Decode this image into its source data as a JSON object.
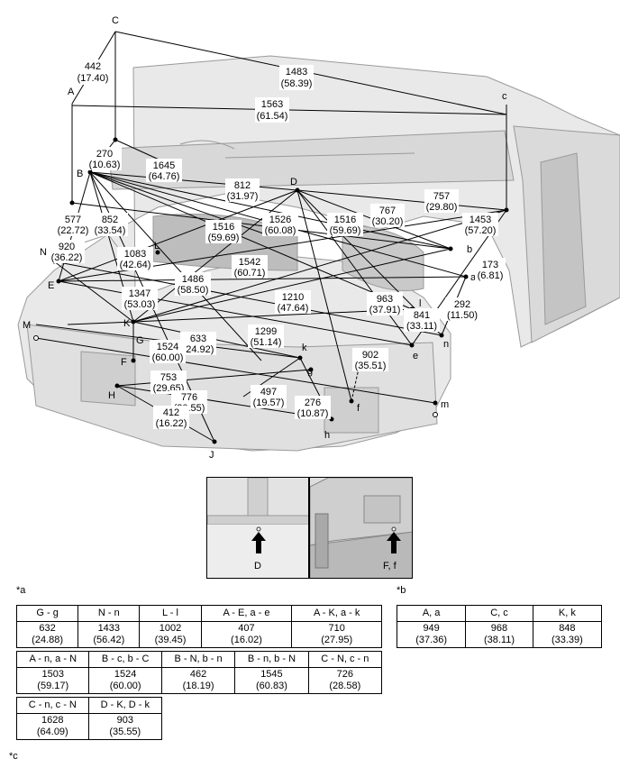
{
  "diagram": {
    "points": {
      "C": "C",
      "A": "A",
      "c": "c",
      "B": "B",
      "D": "D",
      "N": "N",
      "E": "E",
      "L": "L",
      "K": "K",
      "M": "M",
      "G": "G",
      "F": "F",
      "H": "H",
      "J": "J",
      "k": "k",
      "g": "g",
      "b": "b",
      "a": "a",
      "l": "l",
      "n": "n",
      "e": "e",
      "f": "f",
      "h": "h",
      "m": "m"
    },
    "dims": [
      {
        "v": "442",
        "i": "(17.40)"
      },
      {
        "v": "1483",
        "i": "(58.39)"
      },
      {
        "v": "1563",
        "i": "(61.54)"
      },
      {
        "v": "270",
        "i": "(10.63)"
      },
      {
        "v": "1645",
        "i": "(64.76)"
      },
      {
        "v": "812",
        "i": "(31.97)"
      },
      {
        "v": "757",
        "i": "(29.80)"
      },
      {
        "v": "767",
        "i": "(30.20)"
      },
      {
        "v": "577",
        "i": "(22.72)"
      },
      {
        "v": "852",
        "i": "(33.54)"
      },
      {
        "v": "1526",
        "i": "(60.08)"
      },
      {
        "v": "1516",
        "i": "(59.69)"
      },
      {
        "v": "1516",
        "i": "(59.69)"
      },
      {
        "v": "1453",
        "i": "(57.20)"
      },
      {
        "v": "920",
        "i": "(36.22)"
      },
      {
        "v": "1083",
        "i": "(42.64)"
      },
      {
        "v": "1542",
        "i": "(60.71)"
      },
      {
        "v": "1486",
        "i": "(58.50)"
      },
      {
        "v": "173",
        "i": "(6.81)"
      },
      {
        "v": "1347",
        "i": "(53.03)"
      },
      {
        "v": "1210",
        "i": "(47.64)"
      },
      {
        "v": "963",
        "i": "(37.91)"
      },
      {
        "v": "292",
        "i": "(11.50)"
      },
      {
        "v": "841",
        "i": "(33.11)"
      },
      {
        "v": "1299",
        "i": "(51.14)"
      },
      {
        "v": "633",
        "i": "(24.92)"
      },
      {
        "v": "1524",
        "i": "(60.00)"
      },
      {
        "v": "902",
        "i": "(35.51)"
      },
      {
        "v": "753",
        "i": "(29.65)"
      },
      {
        "v": "497",
        "i": "(19.57)"
      },
      {
        "v": "776",
        "i": "(30.55)"
      },
      {
        "v": "276",
        "i": "(10.87)"
      },
      {
        "v": "412",
        "i": "(16.22)"
      }
    ]
  },
  "insets": {
    "left_label": "D",
    "right_label": "F, f"
  },
  "notes": {
    "a": "*a",
    "b": "*b",
    "c": "*c"
  },
  "table_a": {
    "row1": [
      {
        "h": "G - g",
        "v": "632",
        "i": "(24.88)"
      },
      {
        "h": "N - n",
        "v": "1433",
        "i": "(56.42)"
      },
      {
        "h": "L - l",
        "v": "1002",
        "i": "(39.45)"
      },
      {
        "h": "A - E, a - e",
        "v": "407",
        "i": "(16.02)"
      },
      {
        "h": "A - K, a - k",
        "v": "710",
        "i": "(27.95)"
      }
    ],
    "row2": [
      {
        "h": "A - n, a - N",
        "v": "1503",
        "i": "(59.17)"
      },
      {
        "h": "B - c, b - C",
        "v": "1524",
        "i": "(60.00)"
      },
      {
        "h": "B - N, b - n",
        "v": "462",
        "i": "(18.19)"
      },
      {
        "h": "B - n, b - N",
        "v": "1545",
        "i": "(60.83)"
      },
      {
        "h": "C - N, c - n",
        "v": "726",
        "i": "(28.58)"
      }
    ],
    "row3": [
      {
        "h": "C - n, c - N",
        "v": "1628",
        "i": "(64.09)"
      },
      {
        "h": "D - K, D - k",
        "v": "903",
        "i": "(35.55)"
      }
    ]
  },
  "table_b": [
    {
      "h": "A, a",
      "v": "949",
      "i": "(37.36)"
    },
    {
      "h": "C, c",
      "v": "968",
      "i": "(38.11)"
    },
    {
      "h": "K, k",
      "v": "848",
      "i": "(33.39)"
    }
  ]
}
